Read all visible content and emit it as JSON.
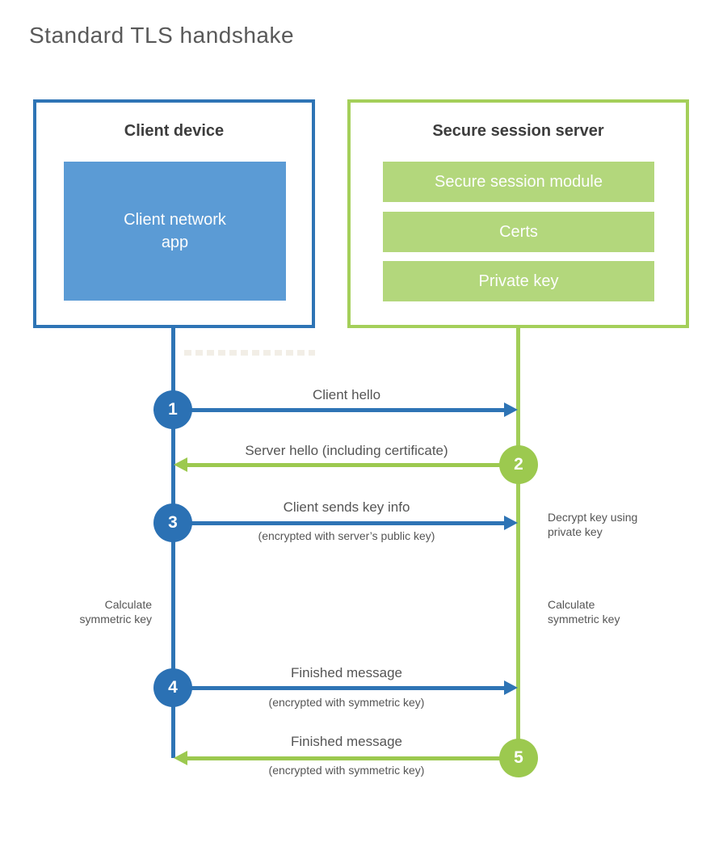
{
  "title": "Standard TLS handshake",
  "colors": {
    "blue": "#2e74b5",
    "blue_fill": "#5b9bd5",
    "green": "#9cc94f",
    "green_border": "#a4cf5a",
    "green_bar": "#b3d77c"
  },
  "client": {
    "heading": "Client device",
    "app_label": "Client network\napp"
  },
  "server": {
    "heading": "Secure session server",
    "modules": [
      "Secure session module",
      "Certs",
      "Private key"
    ]
  },
  "steps": [
    {
      "number": "1",
      "from": "client",
      "label": "Client hello",
      "sublabel": ""
    },
    {
      "number": "2",
      "from": "server",
      "label": "Server hello (including certificate)",
      "sublabel": ""
    },
    {
      "number": "3",
      "from": "client",
      "label": "Client sends key info",
      "sublabel": "(encrypted with server’s public key)"
    },
    {
      "number": "4",
      "from": "client",
      "label": "Finished message",
      "sublabel": "(encrypted with symmetric key)"
    },
    {
      "number": "5",
      "from": "server",
      "label": "Finished message",
      "sublabel": "(encrypted with symmetric key)"
    }
  ],
  "notes": {
    "decrypt": "Decrypt key using\nprivate key",
    "calculate_left": "Calculate\nsymmetric key",
    "calculate_right": "Calculate\nsymmetric key"
  }
}
